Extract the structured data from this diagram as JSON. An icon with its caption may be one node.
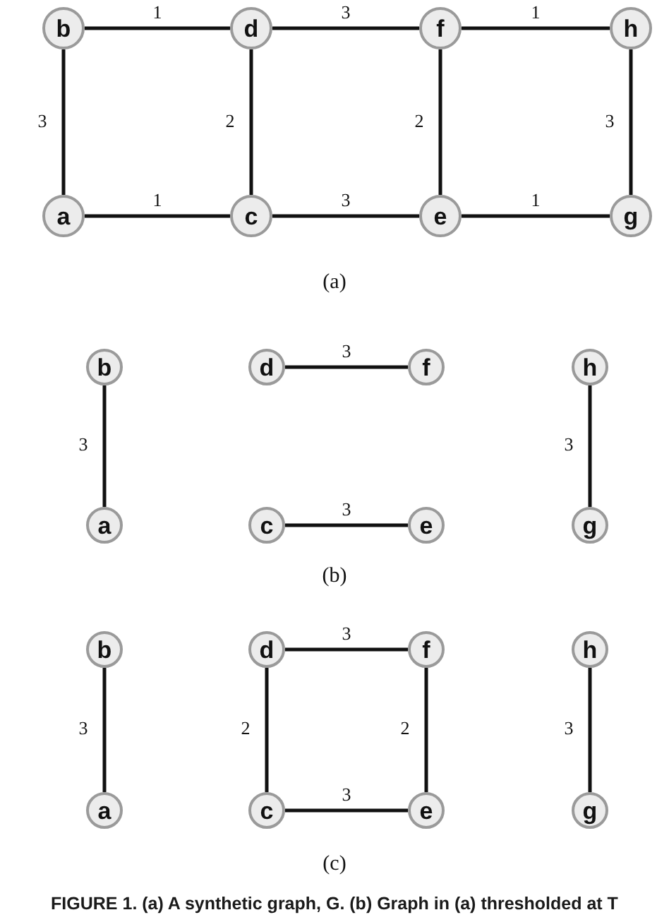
{
  "diagram": {
    "caption": "FIGURE 1. (a) A synthetic graph, G. (b) Graph in (a) thresholded at T",
    "nodes": [
      {
        "text": [
          "b"
        ]
      },
      {
        "text": [
          "d"
        ]
      },
      {
        "text": [
          "f"
        ]
      },
      {
        "text": [
          "h"
        ]
      },
      {
        "text": [
          "a"
        ]
      },
      {
        "text": [
          "c"
        ]
      },
      {
        "text": [
          "e"
        ]
      },
      {
        "text": [
          "g"
        ]
      },
      {
        "text": [
          "b"
        ]
      },
      {
        "text": [
          "d"
        ]
      },
      {
        "text": [
          "f"
        ]
      },
      {
        "text": [
          "h"
        ]
      },
      {
        "text": [
          "a"
        ]
      },
      {
        "text": [
          "c"
        ]
      },
      {
        "text": [
          "e"
        ]
      },
      {
        "text": [
          "g"
        ]
      },
      {
        "text": [
          "b"
        ]
      },
      {
        "text": [
          "d"
        ]
      },
      {
        "text": [
          "f"
        ]
      },
      {
        "text": [
          "h"
        ]
      },
      {
        "text": [
          "a"
        ]
      },
      {
        "text": [
          "c"
        ]
      },
      {
        "text": [
          "e"
        ]
      },
      {
        "text": [
          "g"
        ]
      }
    ],
    "edges": [
      {
        "from": 0,
        "to": 1,
        "arrow": "none",
        "label": "1"
      },
      {
        "from": 1,
        "to": 2,
        "arrow": "none",
        "label": "3"
      },
      {
        "from": 2,
        "to": 3,
        "arrow": "none",
        "label": "1"
      },
      {
        "from": 0,
        "to": 4,
        "arrow": "none",
        "label": "3"
      },
      {
        "from": 1,
        "to": 5,
        "arrow": "none",
        "label": "2"
      },
      {
        "from": 2,
        "to": 6,
        "arrow": "none",
        "label": "2"
      },
      {
        "from": 3,
        "to": 7,
        "arrow": "none",
        "label": "3"
      },
      {
        "from": 4,
        "to": 5,
        "arrow": "none",
        "label": "1"
      },
      {
        "from": 5,
        "to": 6,
        "arrow": "none",
        "label": "3"
      },
      {
        "from": 6,
        "to": 7,
        "arrow": "none",
        "label": "1"
      },
      {
        "from": 8,
        "to": 12,
        "arrow": "none",
        "label": "3"
      },
      {
        "from": 9,
        "to": 10,
        "arrow": "none",
        "label": "3"
      },
      {
        "from": 11,
        "to": 15,
        "arrow": "none",
        "label": "3"
      },
      {
        "from": 13,
        "to": 14,
        "arrow": "none",
        "label": "3"
      },
      {
        "from": 16,
        "to": 20,
        "arrow": "none",
        "label": "3"
      },
      {
        "from": 17,
        "to": 18,
        "arrow": "none",
        "label": "3"
      },
      {
        "from": 19,
        "to": 23,
        "arrow": "none",
        "label": "3"
      },
      {
        "from": 17,
        "to": 21,
        "arrow": "none",
        "label": "2"
      },
      {
        "from": 18,
        "to": 22,
        "arrow": "none",
        "label": "2"
      },
      {
        "from": 21,
        "to": 22,
        "arrow": "none",
        "label": "3"
      }
    ],
    "labels": [
      "(a)",
      "(b)",
      "(c)"
    ]
  }
}
